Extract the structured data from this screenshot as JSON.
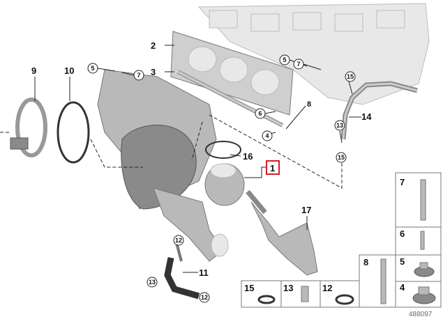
{
  "diagram": {
    "callouts": {
      "c1": "1",
      "c2": "2",
      "c3": "3",
      "c9": "9",
      "c10": "10",
      "c14": "14",
      "c16": "16",
      "c17": "17",
      "c11": "11",
      "c8": "8",
      "r5a": "5",
      "r7a": "7",
      "r5b": "5",
      "r7b": "7",
      "r15a": "15",
      "r6": "6",
      "r4": "4",
      "r13a": "13",
      "r15b": "15",
      "r12a": "12",
      "r13b": "13",
      "r12b": "12"
    },
    "legend": {
      "b7": "7",
      "b6": "6",
      "b5": "5",
      "b4": "4",
      "b8": "8",
      "b15": "15",
      "b13": "13",
      "b12": "12"
    },
    "highlight_color": "#d0202a",
    "diagram_number": "488097"
  }
}
